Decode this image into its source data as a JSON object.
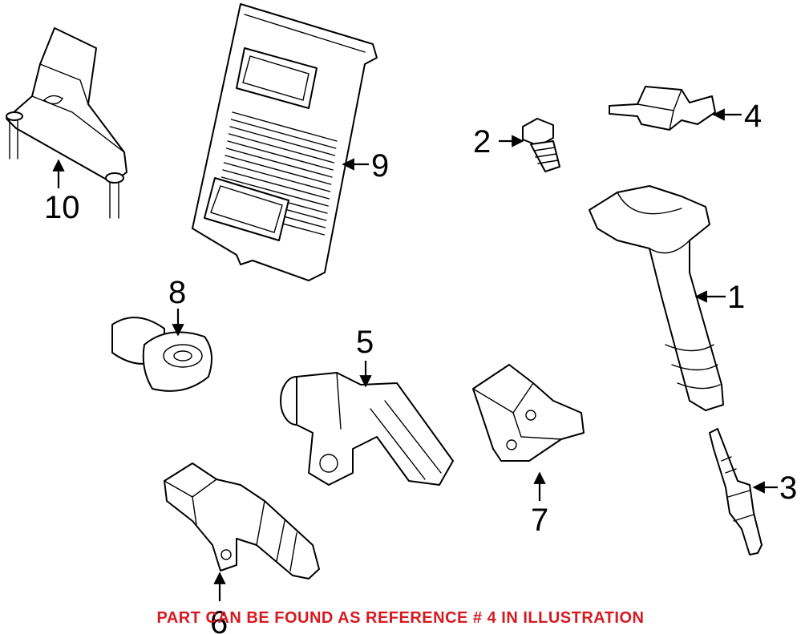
{
  "diagram": {
    "parts": [
      {
        "name": "ignition-coil",
        "callout": "1"
      },
      {
        "name": "bolt",
        "callout": "2"
      },
      {
        "name": "spark-plug",
        "callout": "3"
      },
      {
        "name": "sensor-4",
        "callout": "4"
      },
      {
        "name": "camshaft-sensor",
        "callout": "5"
      },
      {
        "name": "crankshaft-sensor",
        "callout": "6"
      },
      {
        "name": "map-sensor",
        "callout": "7"
      },
      {
        "name": "knock-sensor",
        "callout": "8"
      },
      {
        "name": "engine-control-module",
        "callout": "9"
      },
      {
        "name": "mounting-bracket",
        "callout": "10"
      }
    ]
  },
  "caption": {
    "text": "PART CAN BE FOUND AS REFERENCE # 4 IN ILLUSTRATION",
    "color": "#d71920"
  }
}
